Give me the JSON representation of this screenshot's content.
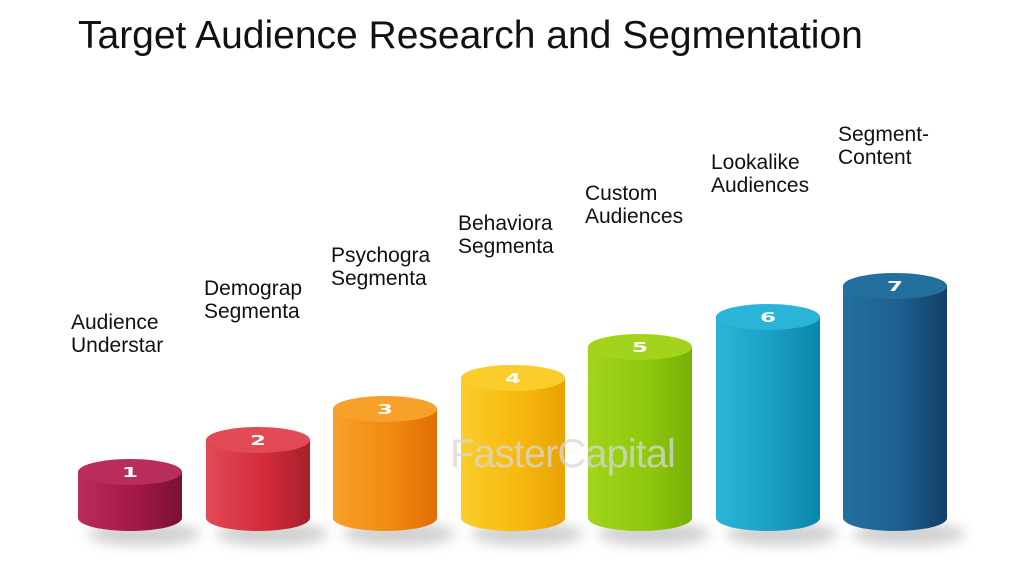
{
  "title": "Target Audience Research and Segmentation",
  "watermark": "FasterCapital",
  "steps": [
    {
      "number": "1",
      "lines": [
        "Audience",
        "Understar"
      ],
      "color": "#a31848",
      "light": "#b82d5c",
      "dark": "#7a1035"
    },
    {
      "number": "2",
      "lines": [
        "Demograp",
        "Segmenta"
      ],
      "color": "#d42c3c",
      "light": "#e24a55",
      "dark": "#a81f2c"
    },
    {
      "number": "3",
      "lines": [
        "Psychogra",
        "Segmenta"
      ],
      "color": "#f28a10",
      "light": "#f7a02a",
      "dark": "#e06e05"
    },
    {
      "number": "4",
      "lines": [
        "Behaviora",
        "Segmenta"
      ],
      "color": "#f6b90e",
      "light": "#fbcd2c",
      "dark": "#eaa205"
    },
    {
      "number": "5",
      "lines": [
        "Custom",
        "Audiences"
      ],
      "color": "#8fc80c",
      "light": "#a2d41c",
      "dark": "#78b008"
    },
    {
      "number": "6",
      "lines": [
        "Lookalike",
        "Audiences"
      ],
      "color": "#1a9fc4",
      "light": "#2ab5d8",
      "dark": "#0a86a8"
    },
    {
      "number": "7",
      "lines": [
        "Segment-",
        "Content"
      ],
      "color": "#1d5f90",
      "light": "#23709f",
      "dark": "#123f66"
    }
  ]
}
